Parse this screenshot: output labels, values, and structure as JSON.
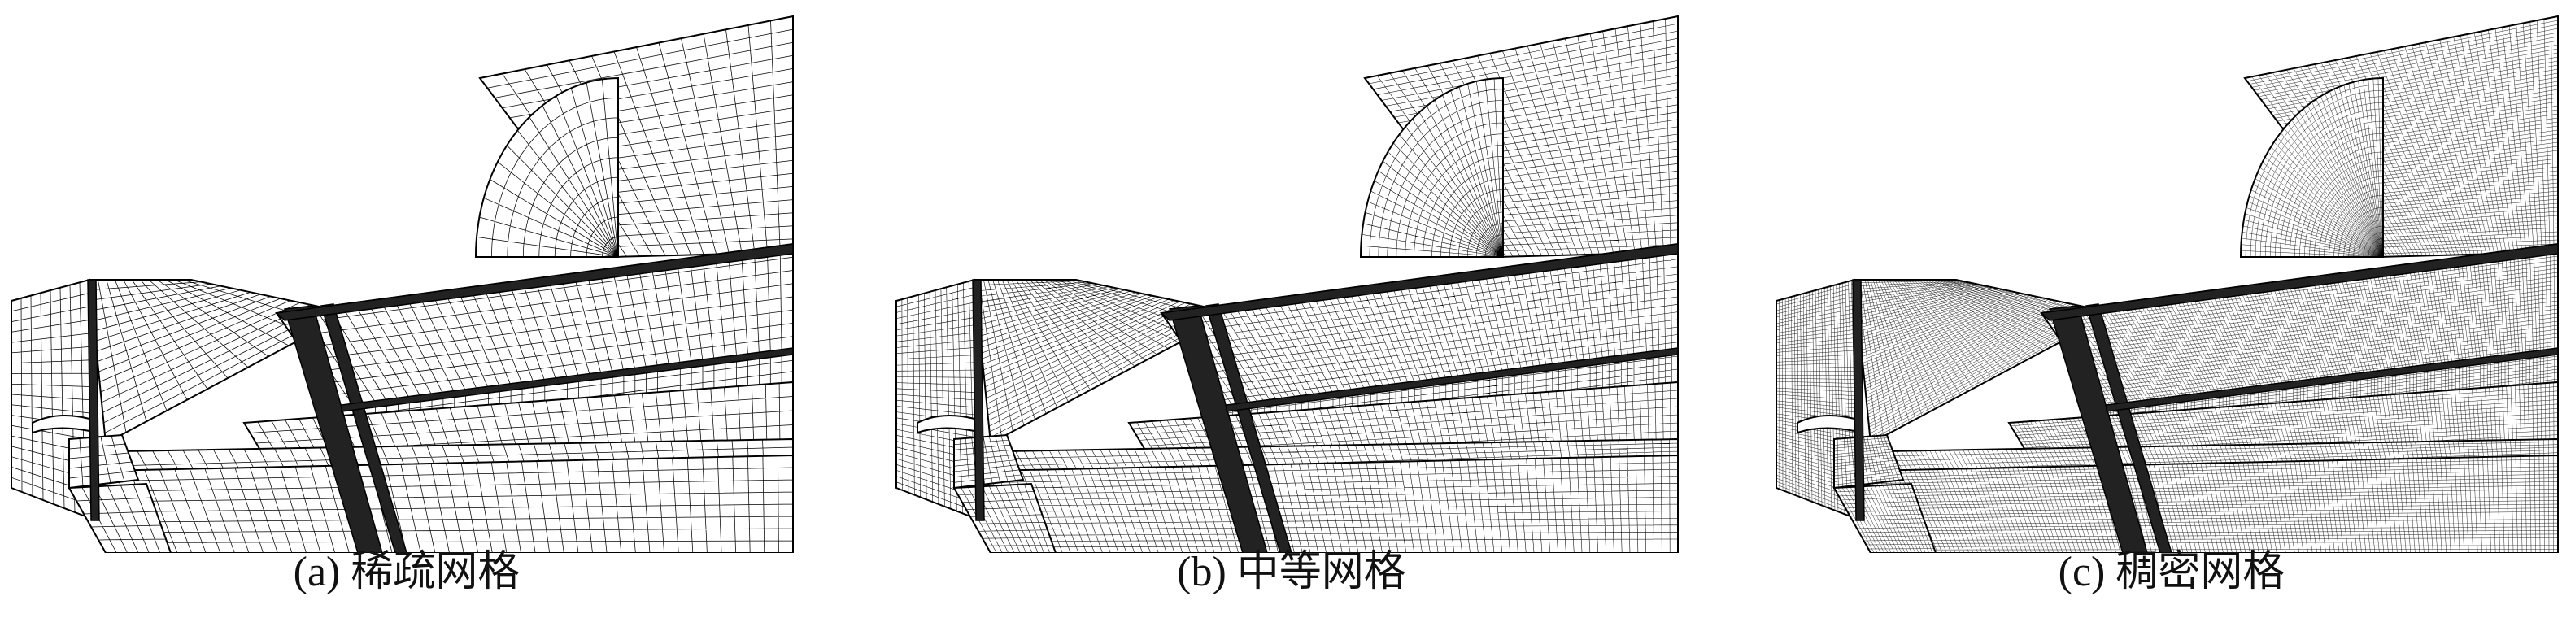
{
  "figure": {
    "panels": [
      {
        "caption": "(a) 稀疏网格",
        "mesh_density": "coarse",
        "relative_density": 1
      },
      {
        "caption": "(b) 中等网格",
        "mesh_density": "medium",
        "relative_density": 1.8
      },
      {
        "caption": "(c) 稠密网格",
        "mesh_density": "dense",
        "relative_density": 3.2
      }
    ],
    "colors": {
      "line": "#000000",
      "background": "#ffffff"
    }
  }
}
